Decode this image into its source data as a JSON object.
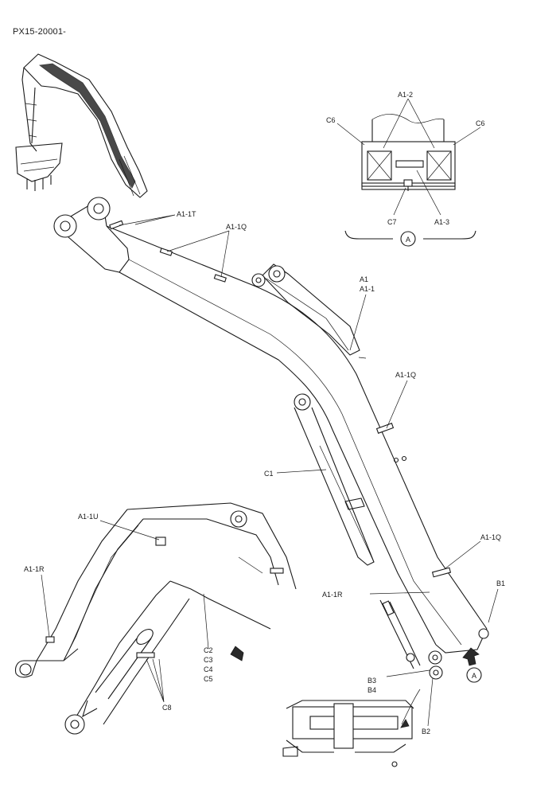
{
  "document_code": "PX15-20001-",
  "labels": {
    "a1_2": "A1-2",
    "c6_left": "C6",
    "c6_right": "C6",
    "c7": "C7",
    "a1_3": "A1-3",
    "view_a_detail": "A",
    "a1_1t": "A1-1T",
    "a1_1q_top": "A1-1Q",
    "a1": "A1",
    "a1_1": "A1-1",
    "a1_1q_mid": "A1-1Q",
    "c1": "C1",
    "a1_1q_low": "A1-1Q",
    "a1_1r_main": "A1-1R",
    "b1": "B1",
    "view_a_arrow": "A",
    "b3": "B3",
    "b4": "B4",
    "b2": "B2",
    "a1_1u": "A1-1U",
    "a1_1r_inset": "A1-1R",
    "c2": "C2",
    "c3": "C3",
    "c4": "C4",
    "c5": "C5",
    "c8": "C8"
  }
}
